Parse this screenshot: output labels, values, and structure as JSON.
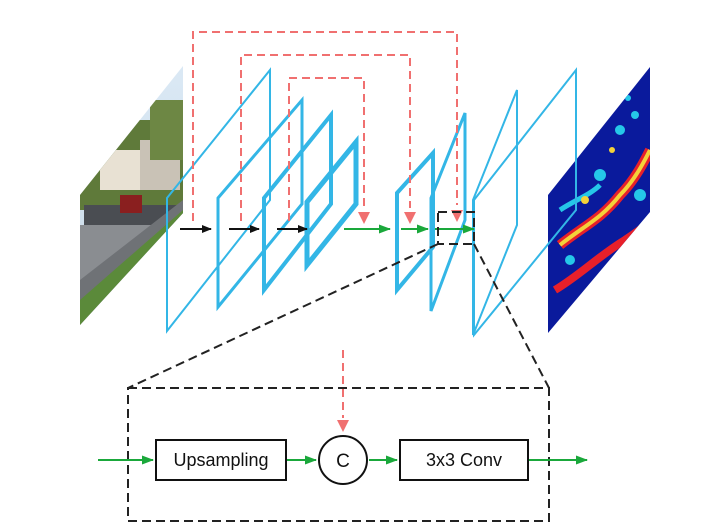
{
  "diagram": {
    "blocks": {
      "upsampling": "Upsampling",
      "concat": "C",
      "conv": "3x3 Conv"
    },
    "input_image": "rgb-street-photo",
    "output_image": "segmentation-heatmap",
    "colors": {
      "layer_outline": "#33b6e6",
      "forward_arrow_green": "#1aa83b",
      "encoder_arrow_black": "#111111",
      "skip_connection_red": "#f07070",
      "zoom_box": "#222222",
      "heatmap_low": "#0a1a9c",
      "heatmap_high": "#e8202a"
    }
  }
}
